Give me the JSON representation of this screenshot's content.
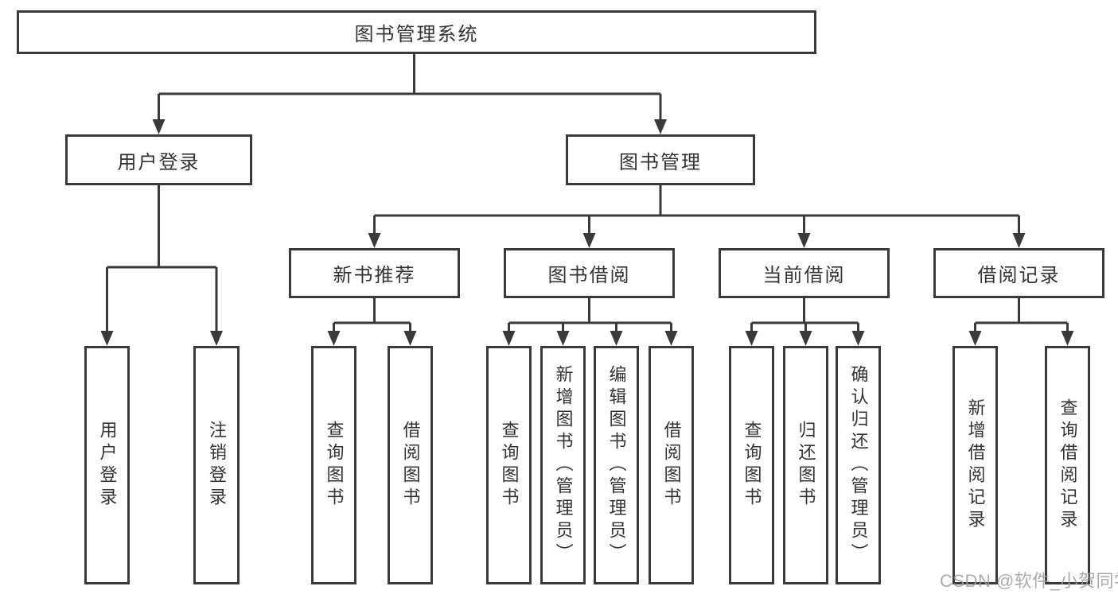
{
  "page": {
    "background": "#ffffff",
    "watermark": "CSDN @软件_小贺同学"
  },
  "diagram": {
    "type": "tree",
    "line_color": "#3a3a3a",
    "root_label": "图书管理系统",
    "left_branch": {
      "label": "用户登录",
      "children": [
        "用户登录",
        "注销登录"
      ]
    },
    "right_branch": {
      "label": "图书管理"
    },
    "sections": [
      {
        "label": "新书推荐",
        "children": [
          "查询图书",
          "借阅图书"
        ]
      },
      {
        "label": "图书借阅",
        "children": [
          "查询图书",
          "新增图书（管理员）",
          "编辑图书（管理员）",
          "借阅图书"
        ]
      },
      {
        "label": "当前借阅",
        "children": [
          "查询图书",
          "归还图书",
          "确认归还（管理员）"
        ]
      },
      {
        "label": "借阅记录",
        "children": [
          "新增借阅记录",
          "查询借阅记录"
        ]
      }
    ]
  }
}
